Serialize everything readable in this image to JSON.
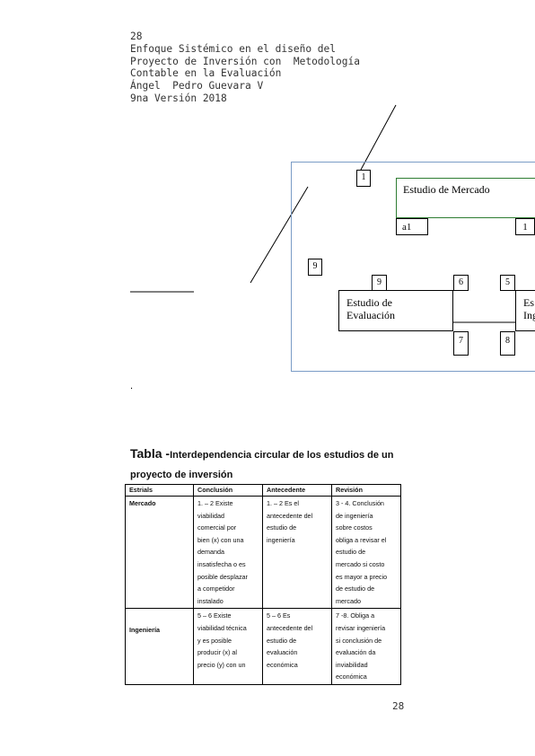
{
  "header": {
    "page_number": "28",
    "line1": "Enfoque Sistémico en el diseño del",
    "line2": "Proyecto de Inversión con  Metodología",
    "line3": "Contable en la Evaluación",
    "line4": "Ángel  Pedro Guevara V",
    "line5": "9na Versión 2018"
  },
  "diagram": {
    "mercado_label": "Estudio de Mercado",
    "evaluacion_label_1": "Estudio de",
    "evaluacion_label_2": "Evaluación",
    "ingenieria_label_1": "Es",
    "ingenieria_label_2": "Ing",
    "num_1": "1",
    "num_a1": "a1",
    "num_1b": "1",
    "num_9": "9",
    "num_9b": "9",
    "num_6": "6",
    "num_5": "5",
    "num_7": "7",
    "num_8": "8"
  },
  "stray_dot": ".",
  "table": {
    "caption_bold": "Tabla -",
    "caption_rest": "Interdependencia circular de los estudios de un proyecto de inversión",
    "headers": [
      "Estrials",
      "Conclusión",
      "Antecedente",
      "Revisión"
    ],
    "rows": [
      {
        "label": "Mercado",
        "conclusion": "1. – 2 Existe\nviabilidad\ncomercial  por\nbien (x) con una\ndemanda\ninsatisfecha o es\nposible desplazar\na  competidor\ninstalado",
        "antecedente": "1. – 2 Es el\nantecedente del\nestudio de\ningeniería",
        "revision": "3 - 4. Conclusión\nde ingeniería\nsobre  costos\nobliga a revisar el\nestudio de\nmercado si  costo\nes mayor a precio\nde  estudio de\nmercado"
      },
      {
        "label": "Ingeniería",
        "conclusion": "5 – 6  Existe\nviabilidad  técnica\ny es posible\nproducir (x)  al\nprecio (y) con  un",
        "antecedente": "5 – 6  Es\nantecedente del\nestudio de\nevaluación\neconómica",
        "revision": "7 -8. Obliga a\nrevisar ingeniería\nsi conclusión de\nevaluación da\ninviabilidad\neconómica"
      }
    ]
  },
  "footer": {
    "page_number": "28"
  }
}
